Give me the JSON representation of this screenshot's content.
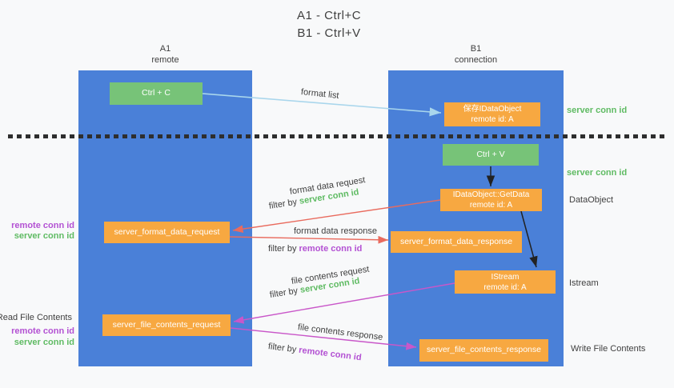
{
  "title": {
    "line1": "A1 - Ctrl+C",
    "line2": "B1 - Ctrl+V"
  },
  "columns": {
    "a": {
      "name": "A1",
      "subtitle": "remote"
    },
    "b": {
      "name": "B1",
      "subtitle": "connection"
    }
  },
  "nodes": {
    "ctrl_c": {
      "label": "Ctrl + C"
    },
    "ctrl_v": {
      "label": "Ctrl + V"
    },
    "save_dataobject": {
      "line1": "保存IDataObject",
      "line2": "remote id: A"
    },
    "getdata": {
      "line1": "IDataObject::GetData",
      "line2": "remote id: A"
    },
    "istream": {
      "line1": "IStream",
      "line2": "remote id: A"
    },
    "format_request": {
      "label": "server_format_data_request"
    },
    "format_response": {
      "label": "server_format_data_response"
    },
    "file_request": {
      "label": "server_file_contents_request"
    },
    "file_response": {
      "label": "server_file_contents_response"
    }
  },
  "arrow_labels": {
    "format_list": "format list",
    "format_data_request": "format data request",
    "format_data_response": "format data response",
    "file_contents_request": "file contents request",
    "file_contents_response": "file contents response",
    "filter_by": "filter by"
  },
  "side_labels": {
    "server_conn_id": "server conn id",
    "remote_conn_id": "remote conn id",
    "dataobject": "DataObject",
    "istream": "Istream",
    "read_file_contents": "Read File Contents",
    "write_file_contents": "Write File Contents"
  },
  "colors": {
    "column_blue": "#4A80D8",
    "node_green": "#77C378",
    "node_orange": "#F7A841",
    "conn_id_green": "#5FBB63",
    "conn_id_purple": "#B351D3",
    "arrow_red": "#E96B5E",
    "arrow_magenta": "#C957C9",
    "arrow_lightblue": "#A9D6EC",
    "arrow_black": "#222222",
    "text_dark": "#3F3F3F"
  }
}
